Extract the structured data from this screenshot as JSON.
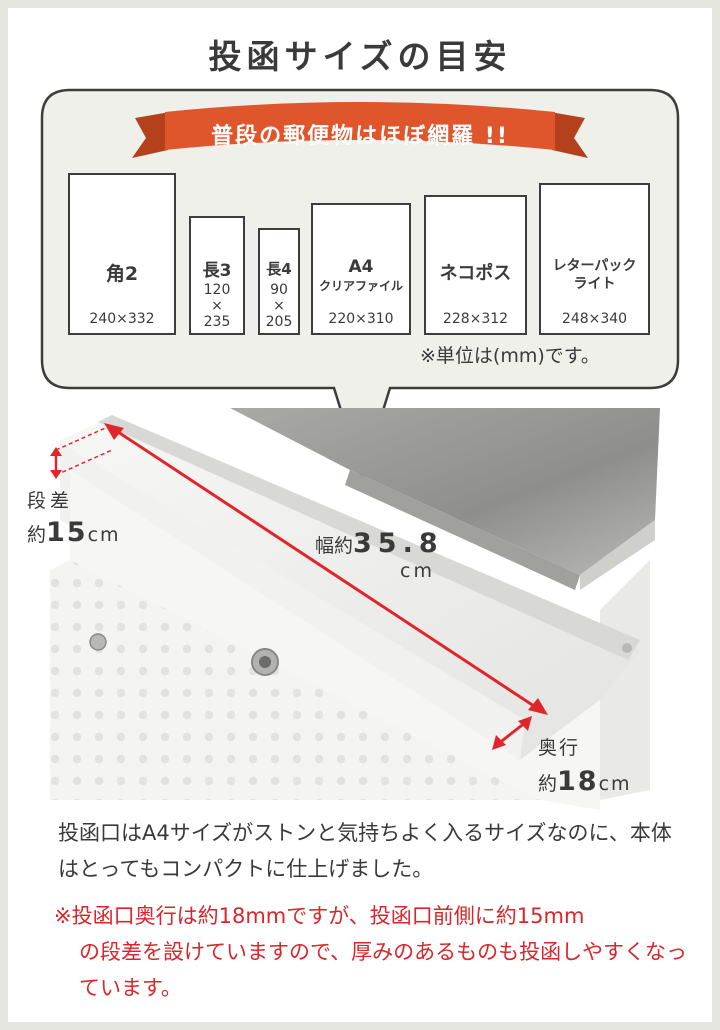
{
  "title": "投函サイズの目安",
  "ribbon": "普段の郵便物はほぼ網羅 !!",
  "envelopes": [
    {
      "name": "角2",
      "size": "240×332"
    },
    {
      "name": "長3",
      "w": "120",
      "x": "×",
      "h": "235"
    },
    {
      "name": "長4",
      "w": "90",
      "x": "×",
      "h": "205"
    },
    {
      "name": "A4",
      "sub": "クリアファイル",
      "size": "220×310"
    },
    {
      "name": "ネコポス",
      "size": "228×312"
    },
    {
      "name": "レターパック",
      "name2": "ライト",
      "size": "248×340"
    }
  ],
  "unit_note": "※単位は(mm)です。",
  "labels": {
    "step_label": "段差",
    "step_prefix": "約",
    "step_value": "15",
    "step_unit": "cm",
    "width_label": "幅約",
    "width_value": "35.8",
    "width_unit": "cm",
    "depth_label": "奥行",
    "depth_prefix": "約",
    "depth_value": "18",
    "depth_unit": "cm"
  },
  "description": "投函口はA4サイズがストンと気持ちよく入るサイズなのに、本体はとってもコンパクトに仕上げました。",
  "note_line1": "※投函口奥行は約18mmですが、投函口前側に約15mm",
  "note_line2": "の段差を設けていますので、厚みのあるものも投函しやすくなっています。",
  "colors": {
    "bubble_bg": "#eef0e9",
    "ribbon": "#e0562c",
    "note_red": "#d8262a",
    "arrow_red": "#e0262c"
  }
}
